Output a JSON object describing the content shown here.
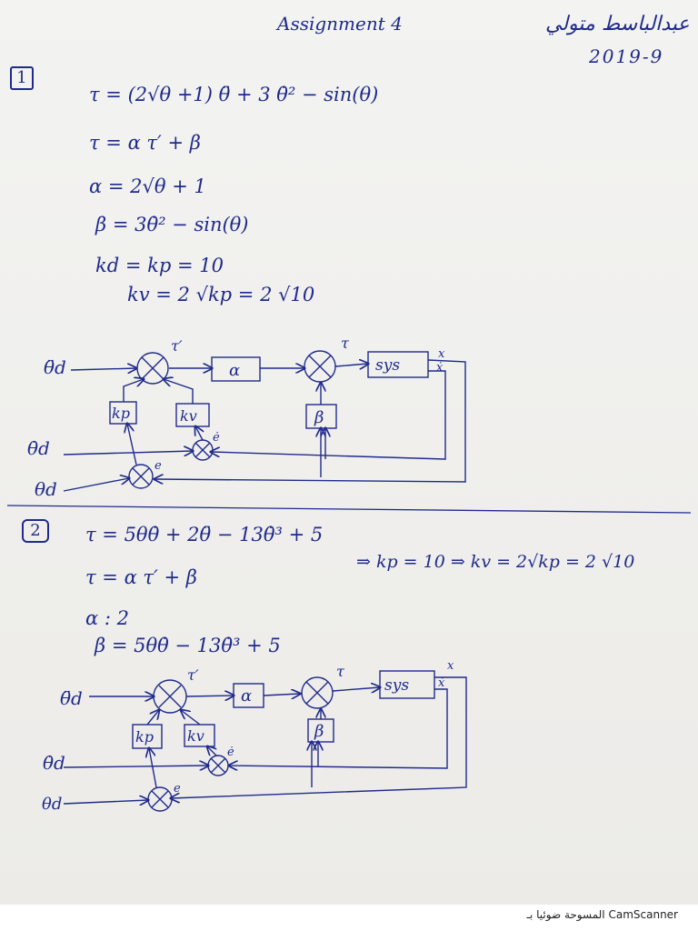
{
  "header": {
    "title": "Assignment 4",
    "author": "عبدالباسط متولي",
    "date": "2019-9"
  },
  "question1": {
    "number": "1",
    "equations": [
      "τ = (2√θ +1) θ̈ + 3 θ̇² − sin(θ)",
      "τ = α τ′ + β",
      "α = 2√θ + 1",
      "β = 3θ̇² − sin(θ)",
      "kd = kp = 10",
      "kv = 2 √kp = 2 √10"
    ],
    "diagram": {
      "inputs": [
        "θ̈d",
        "θ̇d",
        "θd"
      ],
      "blocks": {
        "alpha": "α",
        "beta": "β",
        "kp": "kp",
        "kv": "kv",
        "sys": "sys"
      },
      "signals": {
        "tau_prime": "τ′",
        "tau": "τ",
        "error": "e",
        "error_dot": "ė",
        "out_x": "x",
        "out_xdot": "ẋ"
      }
    }
  },
  "question2": {
    "number": "2",
    "equations": [
      "τ = 5θθ̇ + 2θ̈ − 13θ̇³ + 5",
      "τ = α τ′ + β",
      "α : 2",
      "β = 5θθ̇ − 13θ̇³ + 5"
    ],
    "gains": "⇒ kp = 10 ⇒ kv = 2√kp = 2 √10",
    "diagram": {
      "inputs": [
        "θ̈d",
        "θ̇d",
        "θd"
      ],
      "blocks": {
        "alpha": "α",
        "beta": "β",
        "kp": "kp",
        "kv": "kv",
        "sys": "sys"
      },
      "signals": {
        "tau_prime": "τ′",
        "tau": "τ",
        "error": "e",
        "error_dot": "ė",
        "out_x": "x",
        "out_xdot": "ẋ"
      }
    }
  },
  "footer": {
    "scanner_text": "المسوحة ضوئيا بـ CamScanner"
  },
  "colors": {
    "ink": "#1f2a8c",
    "paper": "#efeeeb"
  }
}
